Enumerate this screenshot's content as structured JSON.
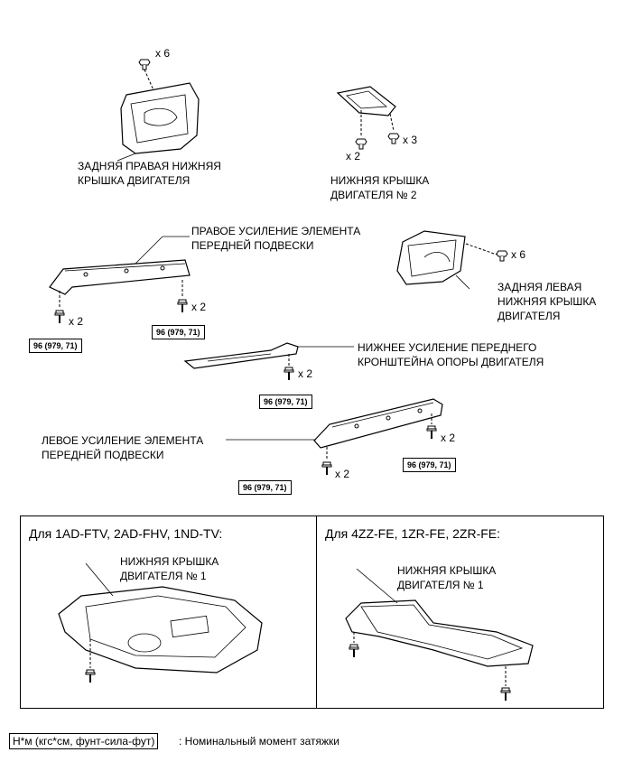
{
  "parts": {
    "rear_right_cover": {
      "line1": "ЗАДНЯЯ ПРАВАЯ НИЖНЯЯ",
      "line2": "КРЫШКА ДВИГАТЕЛЯ",
      "qty": "x 6"
    },
    "lower_cover_2": {
      "line1": "НИЖНЯЯ КРЫШКА",
      "line2": "ДВИГАТЕЛЯ № 2",
      "qty_left": "x 2",
      "qty_right": "x 3"
    },
    "right_reinforcement": {
      "line1": "ПРАВОЕ УСИЛЕНИЕ ЭЛЕМЕНТА",
      "line2": "ПЕРЕДНЕЙ ПОДВЕСКИ",
      "qty_left": "x 2",
      "qty_right": "x 2",
      "torque_left": "96 (979, 71)",
      "torque_right": "96 (979, 71)"
    },
    "rear_left_cover": {
      "line1": "ЗАДНЯЯ ЛЕВАЯ",
      "line2": "НИЖНЯЯ КРЫШКА",
      "line3": "ДВИГАТЕЛЯ",
      "qty": "x 6"
    },
    "lower_bracket_reinforcement": {
      "line1": "НИЖНЕЕ УСИЛЕНИЕ ПЕРЕДНЕГО",
      "line2": "КРОНШТЕЙНА ОПОРЫ ДВИГАТЕЛЯ",
      "qty": "x 2",
      "torque": "96 (979, 71)"
    },
    "left_reinforcement": {
      "line1": "ЛЕВОЕ УСИЛЕНИЕ ЭЛЕМЕНТА",
      "line2": "ПЕРЕДНЕЙ ПОДВЕСКИ",
      "qty_left": "x 2",
      "qty_right": "x 2",
      "torque_left": "96 (979, 71)",
      "torque_right": "96 (979, 71)"
    }
  },
  "panels": {
    "left": {
      "title": "Для 1AD-FTV, 2AD-FHV, 1ND-TV:",
      "line1": "НИЖНЯЯ КРЫШКА",
      "line2": "ДВИГАТЕЛЯ № 1"
    },
    "right": {
      "title": "Для 4ZZ-FE, 1ZR-FE, 2ZR-FE:",
      "line1": "НИЖНЯЯ КРЫШКА",
      "line2": "ДВИГАТЕЛЯ № 1"
    }
  },
  "legend": {
    "unit": "Н*м (кгс*см, фунт-сила-фут)",
    "description": ": Номинальный момент затяжки"
  }
}
